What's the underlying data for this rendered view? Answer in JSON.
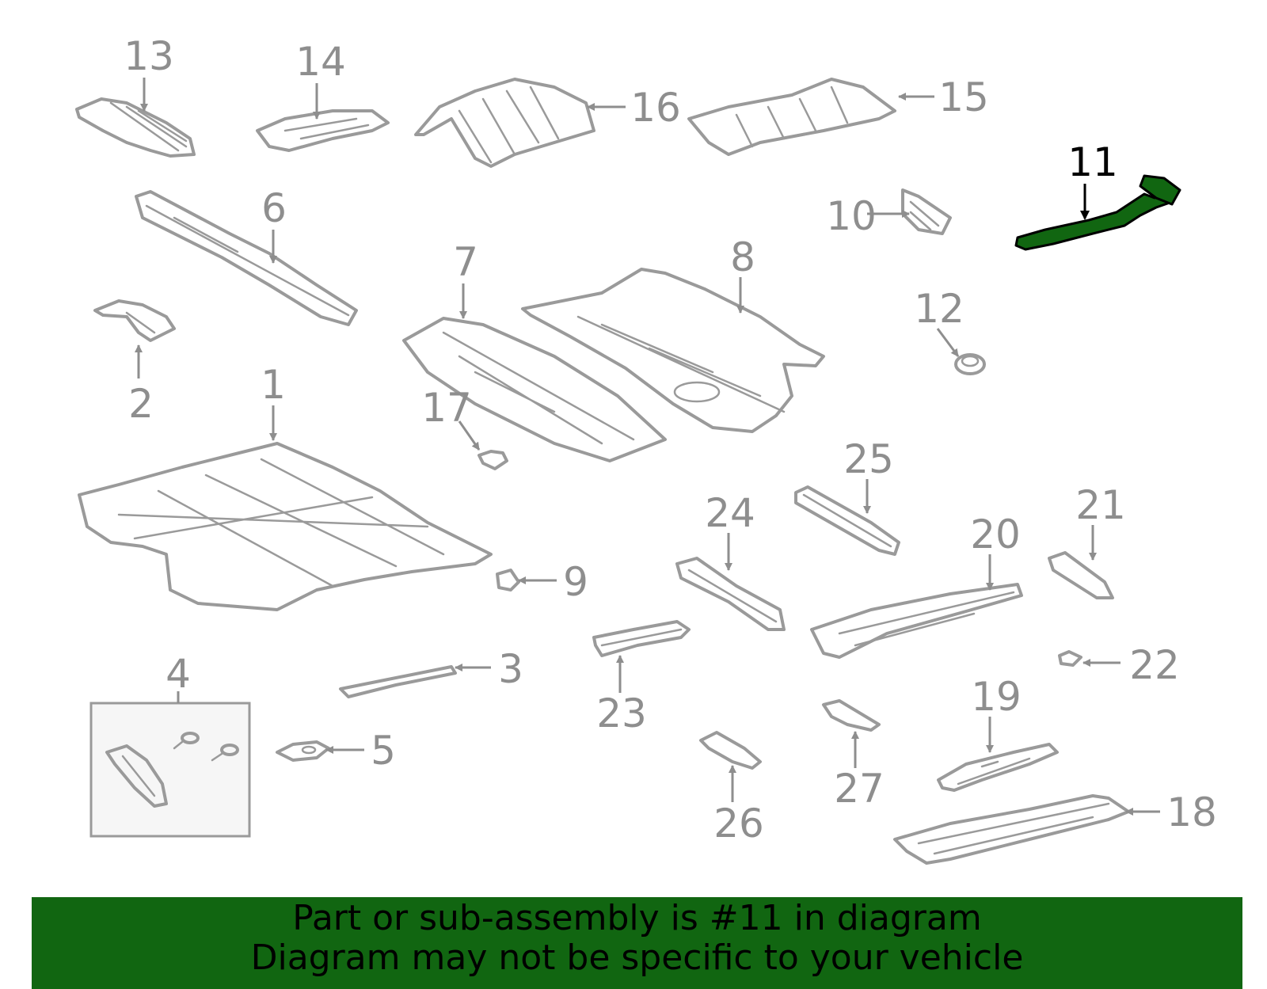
{
  "highlight": {
    "part": "11",
    "color": "#116611"
  },
  "callouts": [
    "1",
    "2",
    "3",
    "4",
    "5",
    "6",
    "7",
    "8",
    "9",
    "10",
    "11",
    "12",
    "13",
    "14",
    "15",
    "16",
    "17",
    "18",
    "19",
    "20",
    "21",
    "22",
    "23",
    "24",
    "25",
    "26",
    "27"
  ],
  "footer": {
    "line1": "Part or sub-assembly is #11 in diagram",
    "line2": "Diagram may not be specific to your vehicle"
  }
}
